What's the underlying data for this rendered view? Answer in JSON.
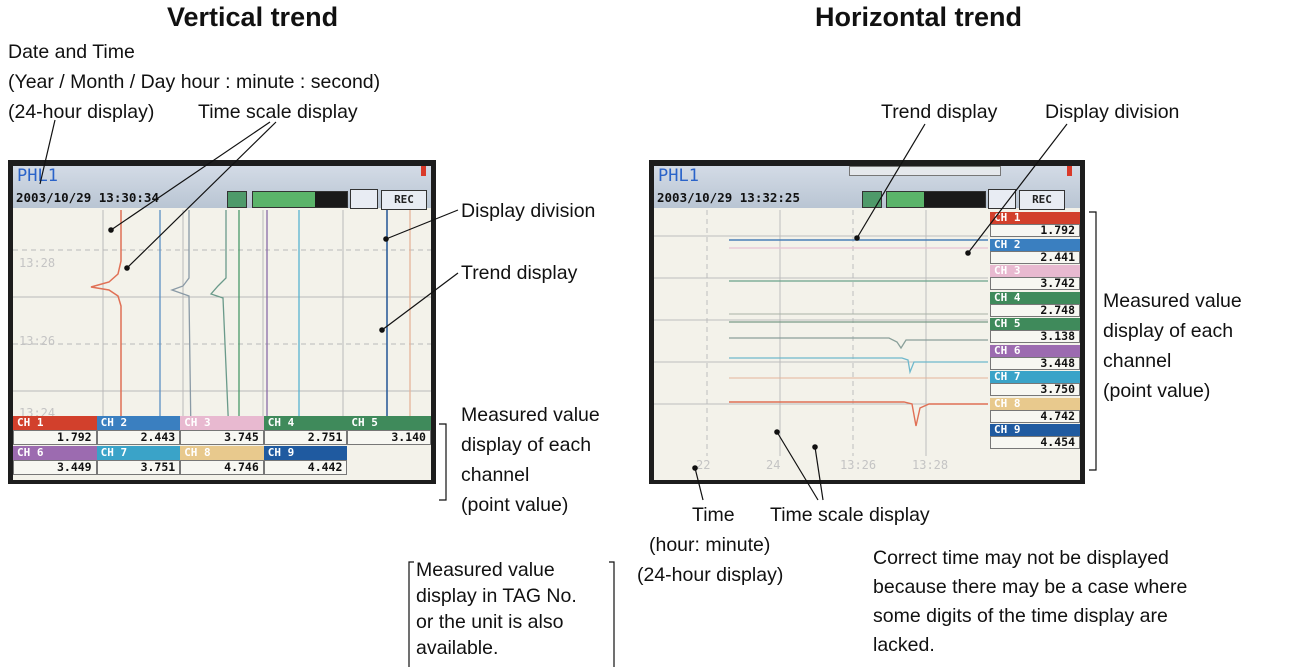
{
  "titles": {
    "vertical": "Vertical trend",
    "horizontal": "Horizontal trend"
  },
  "labels": {
    "datetime_1": "Date and Time",
    "datetime_2": "(Year / Month / Day  hour : minute : second)",
    "datetime_3": "(24-hour display)",
    "v_time_scale": "Time scale display",
    "v_display_division": "Display division",
    "v_trend_display": "Trend display",
    "v_measured": [
      "Measured value",
      "display of each",
      "channel",
      "(point value)"
    ],
    "h_trend_display": "Trend display",
    "h_display_division": "Display division",
    "h_measured": [
      "Measured value",
      "display of each",
      "channel",
      "(point value)"
    ],
    "h_time": [
      "Time",
      "(hour: minute)",
      "(24-hour display)"
    ],
    "h_time_scale": "Time scale display",
    "tag_note": [
      "Measured value",
      "display in TAG No.",
      "or the unit is also",
      "available."
    ],
    "time_note": [
      "Correct time may not be displayed",
      "because there may be a case where",
      "some digits of the time display are",
      "lacked."
    ]
  },
  "vertical_screen": {
    "tag": "PHL1",
    "datetime": "2003/10/29 13:30:34",
    "rec": "REC",
    "time_labels": [
      "13:28",
      "13:26",
      "13:24"
    ]
  },
  "horizontal_screen": {
    "tag": "PHL1",
    "datetime": "2003/10/29 13:32:25",
    "rec": "REC",
    "time_labels": [
      "22",
      "24",
      "13:26",
      "13:28"
    ]
  },
  "channels_vertical": [
    {
      "name": "CH 1",
      "value": "1.792",
      "color": "#d2402c"
    },
    {
      "name": "CH 2",
      "value": "2.443",
      "color": "#3a7fc0"
    },
    {
      "name": "CH 3",
      "value": "3.745",
      "color": "#e8b9d0"
    },
    {
      "name": "CH 4",
      "value": "2.751",
      "color": "#3f8a5b"
    },
    {
      "name": "CH 5",
      "value": "3.140",
      "color": "#3f8a5b"
    },
    {
      "name": "CH 6",
      "value": "3.449",
      "color": "#9c6bb0"
    },
    {
      "name": "CH 7",
      "value": "3.751",
      "color": "#3aa3c8"
    },
    {
      "name": "CH 8",
      "value": "4.746",
      "color": "#e8c98d"
    },
    {
      "name": "CH 9",
      "value": "4.442",
      "color": "#1f5aa0"
    }
  ],
  "channels_horizontal": [
    {
      "name": "CH 1",
      "value": "1.792",
      "color": "#d2402c"
    },
    {
      "name": "CH 2",
      "value": "2.441",
      "color": "#3a7fc0"
    },
    {
      "name": "CH 3",
      "value": "3.742",
      "color": "#e8b9d0"
    },
    {
      "name": "CH 4",
      "value": "2.748",
      "color": "#3f8a5b"
    },
    {
      "name": "CH 5",
      "value": "3.138",
      "color": "#3f8a5b"
    },
    {
      "name": "CH 6",
      "value": "3.448",
      "color": "#9c6bb0"
    },
    {
      "name": "CH 7",
      "value": "3.750",
      "color": "#3aa3c8"
    },
    {
      "name": "CH 8",
      "value": "4.742",
      "color": "#e8c98d"
    },
    {
      "name": "CH 9",
      "value": "4.454",
      "color": "#1f5aa0"
    }
  ]
}
